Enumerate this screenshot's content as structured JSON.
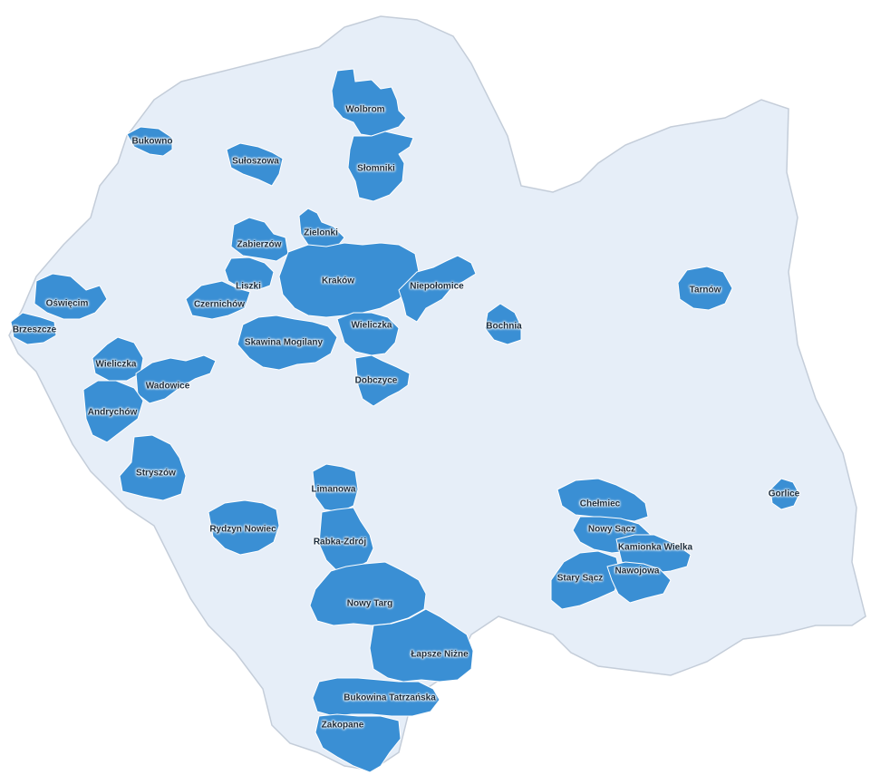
{
  "colors": {
    "highlight": "#3a8fd4",
    "region_fill": "#e6eef8",
    "region_border": "#c4cdd9",
    "label_text": "#1a2a3a"
  },
  "labels": {
    "wolbrom": "Wolbrom",
    "slomniki": "Słomniki",
    "bukowno": "Bukowno",
    "sucha_beskidzka": "Sułoszowa",
    "zielonki": "Zielonki",
    "zabierzow": "Zabierzów",
    "oswiecim": "Oświęcim",
    "zabka": "Liszki",
    "czernichow": "Czernichów",
    "krakow": "Kraków",
    "niepolomice": "Niepołomice",
    "brzeszcze": "Brzeszcze",
    "bochnia": "Bochnia",
    "tarnow": "Tarnów",
    "skawina": "Skawina Mogilany",
    "wieliczka": "Wieliczka",
    "wlk": "Wieliczka",
    "dobczyce": "Dobczyce",
    "wadowice": "Wadowice",
    "andrychow": "Andrychów",
    "stryszow": "Stryszów",
    "limanowa": "Limanowa",
    "rabka": "Rabka-Zdrój",
    "grybow": "Chełmiec",
    "nowy_sacz": "Nowy Sącz",
    "gorlice": "Gorlice",
    "kamionka": "Kamionka Wielka",
    "stary_sacz": "Stary Sącz",
    "nawojowa": "Nawojowa",
    "rydzyn": "Rydzyn Nowiec",
    "nowy_targ": "Nowy Targ",
    "lapsze": "Łapsze Niżne",
    "bukowina": "Bukowina Tatrzańska",
    "zakopane": "Zakopane"
  }
}
